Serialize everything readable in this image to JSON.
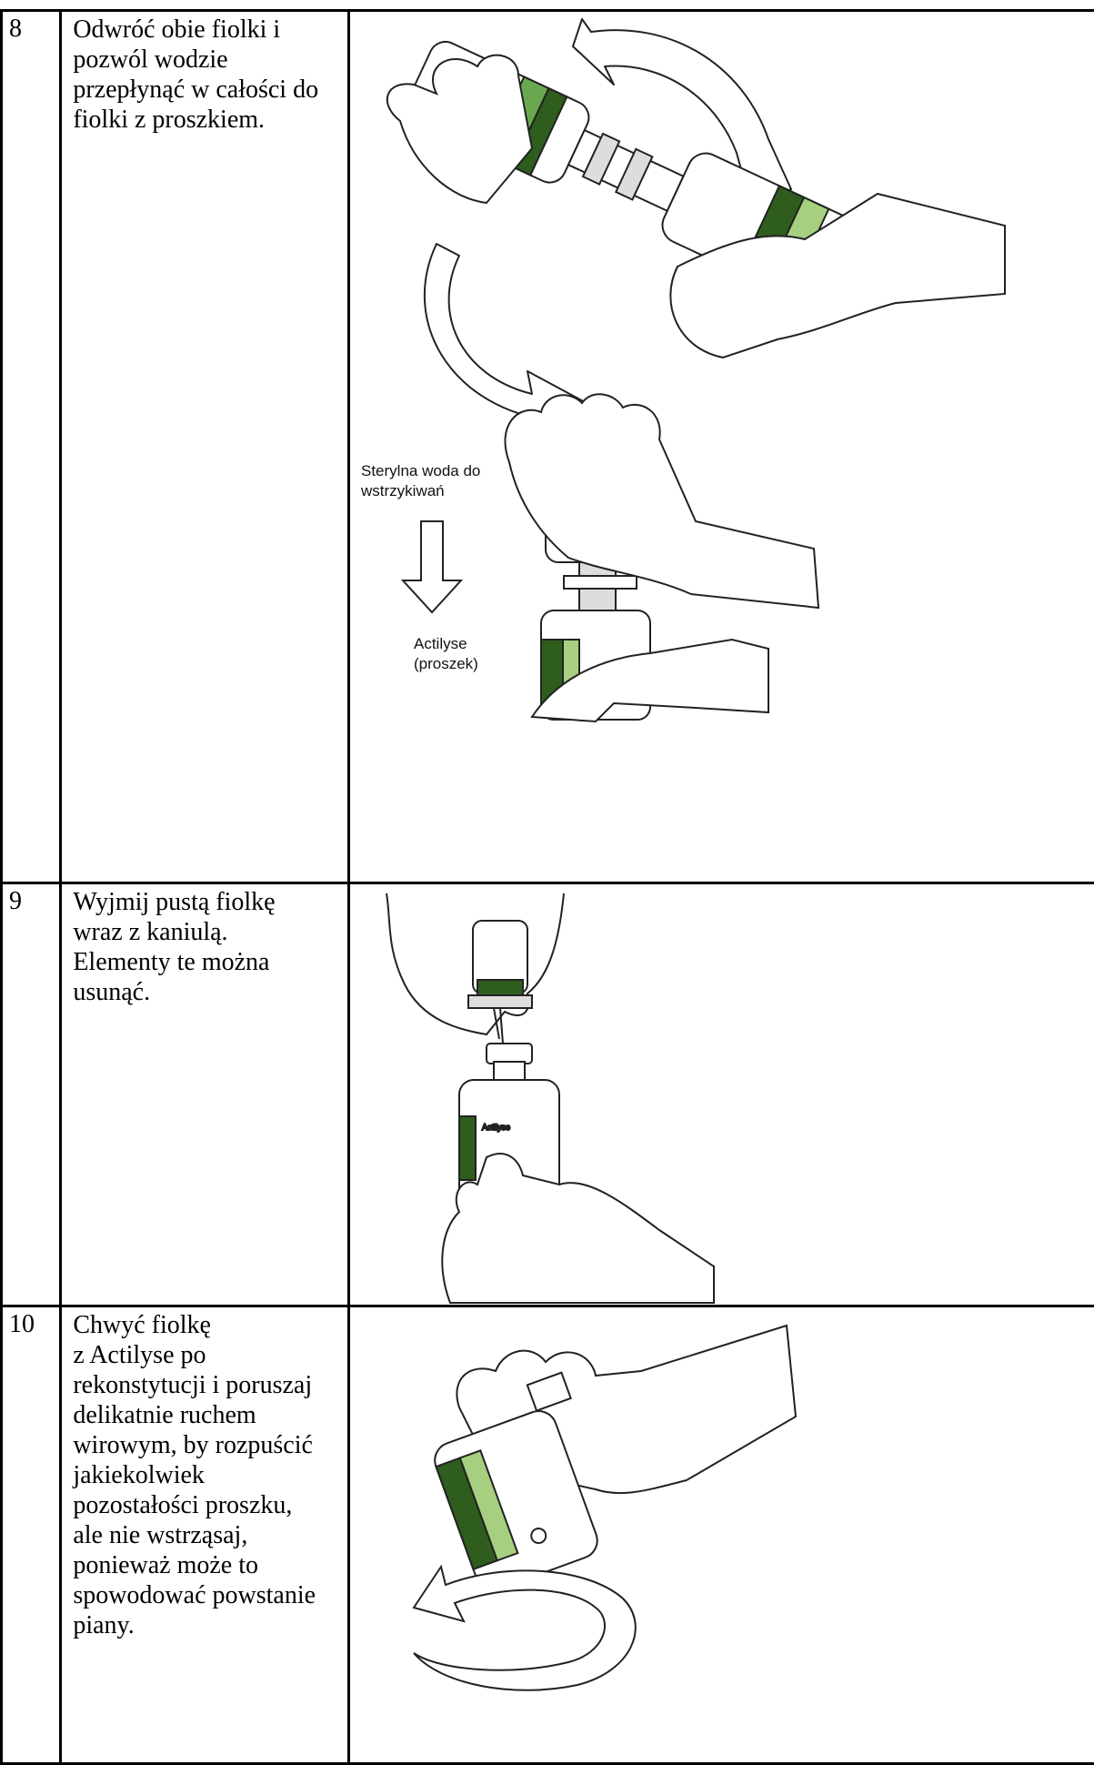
{
  "steps": [
    {
      "number": "8",
      "text": "Odwróć obie fiolki i\npozwól wodzie\nprzepłynąć w całości do\nfiolki z proszkiem.",
      "labels": {
        "water": "Sterylna woda do\nwstrzykiwań",
        "water_line1": "Sterylna woda do",
        "water_line2": "wstrzykiwań",
        "powder_line1": "Actilyse",
        "powder_line2": "(proszek)"
      }
    },
    {
      "number": "9",
      "text": "Wyjmij pustą fiolkę\nwraz z kaniulą.\nElementy te można\nusunąć."
    },
    {
      "number": "10",
      "text": "Chwyć fiolkę\nz Actilyse po\nrekonstytucji i poruszaj\ndelikatnie ruchem\nwirowym, by rozpuścić\njakiekolwiek\npozostałości proszku,\nale nie wstrząsaj,\nponieważ może to\nspowodować powstanie\npiany."
    }
  ],
  "colors": {
    "label_green_dark": "#2e5d1e",
    "label_green": "#6aa84f",
    "label_green_light": "#a6cf7f",
    "outline": "#222222",
    "dose_orange": "#f0a070"
  }
}
